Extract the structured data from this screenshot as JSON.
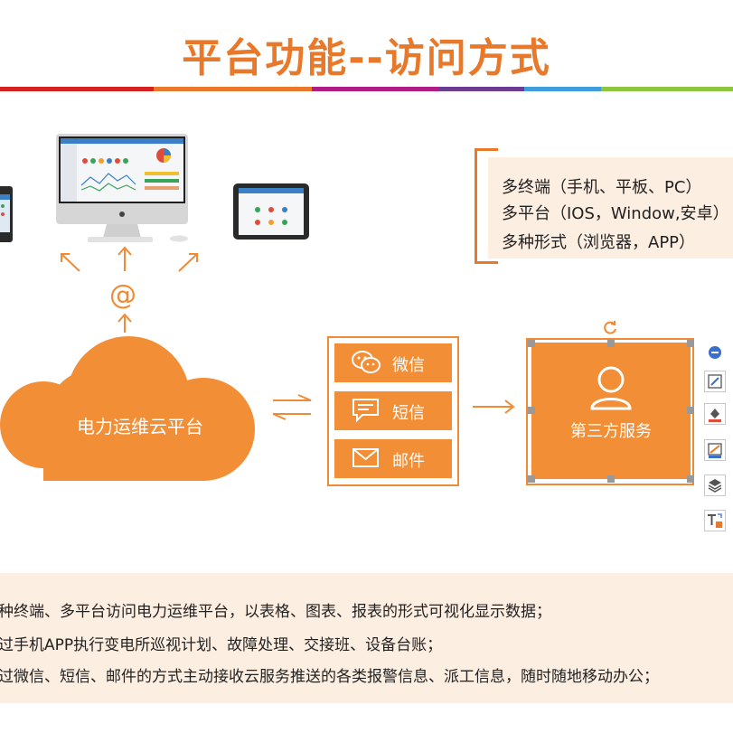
{
  "title": "平台功能--访问方式",
  "colors": {
    "orange": "#f18e36",
    "title_orange": "#e8792a",
    "rule_segments": [
      "#d7211e",
      "#e8792a",
      "#b11b86",
      "#6a3d92",
      "#3f9ddc",
      "#8cc63f"
    ]
  },
  "callout": {
    "lines": [
      "多终端（手机、平板、PC）",
      "多平台（IOS，Window,安卓）",
      "多种形式（浏览器，APP）"
    ]
  },
  "access_symbol": "@",
  "cloud_label": "电力运维云平台",
  "channels": [
    {
      "label": "微信",
      "icon": "wechat-icon"
    },
    {
      "label": "短信",
      "icon": "sms-icon"
    },
    {
      "label": "邮件",
      "icon": "mail-icon"
    }
  ],
  "third_party": {
    "label": "第三方服务",
    "icon": "user-icon"
  },
  "toolbar_icons": [
    "collapse-icon",
    "style-icon",
    "fill-icon",
    "outline-icon",
    "layers-icon",
    "text-icon"
  ],
  "footer_lines": [
    "种终端、多平台访问电力运维平台，以表格、图表、报表的形式可视化显示数据；",
    "过手机APP执行变电所巡视计划、故障处理、交接班、设备台账；",
    "过微信、短信、邮件的方式主动接收云服务推送的各类报警信息、派工信息，随时随地移动办公；"
  ]
}
